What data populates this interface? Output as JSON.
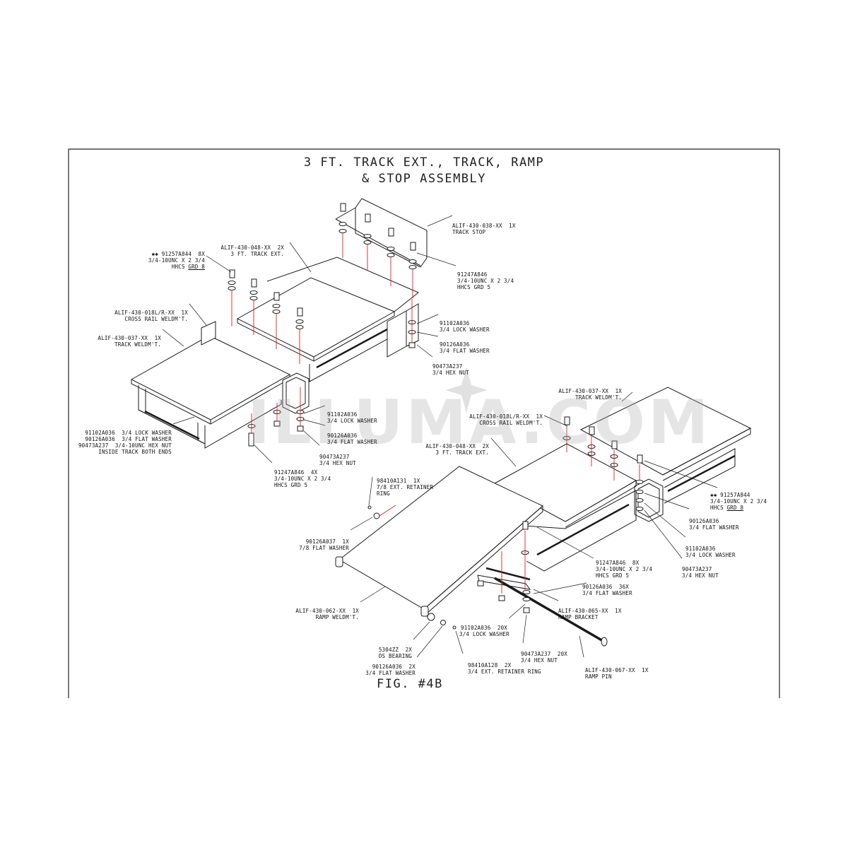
{
  "drawing": {
    "title_line1": "3 FT. TRACK EXT., TRACK, RAMP",
    "title_line2": "& STOP ASSEMBLY",
    "figure_label": "FIG. #4B",
    "watermark": "ILLUMA.COM"
  },
  "callouts": {
    "track_stop": [
      "ALIF-430-038-XX  1X",
      "TRACK STOP"
    ],
    "track_ext_a": [
      "ALIF-430-048-XX  2X",
      "3 FT. TRACK EXT."
    ],
    "hhcs8_a": [
      "✱✱ 91257A844  8X",
      "3/4-10UNC X 2 3/4",
      "HHCS",
      "GRD 8"
    ],
    "hhcs5_a": [
      "91247A846",
      "3/4-10UNC X 2 3/4",
      "HHCS GRD 5"
    ],
    "cross_rail_a": [
      "ALIF-430-018L/R-XX  1X",
      "CROSS RAIL WELDM'T."
    ],
    "track_weld_a": [
      "ALIF-430-037-XX  1X",
      "TRACK WELDM'T."
    ],
    "lock_washer_a": [
      "91102A036",
      "3/4 LOCK WASHER"
    ],
    "flat_washer_a": [
      "90126A036",
      "3/4 FLAT WASHER"
    ],
    "hex_nut_a": [
      "90473A237",
      "3/4 HEX NUT"
    ],
    "inside_track": [
      "91102A036  3/4 LOCK WASHER",
      "90126A036  3/4 FLAT WASHER",
      "90473A237  3/4-10UNC HEX NUT",
      "INSIDE TRACK BOTH ENDS"
    ],
    "lock_washer_b": [
      "91102A036",
      "3/4 LOCK WASHER"
    ],
    "flat_washer_b": [
      "90126A036",
      "3/4 FLAT WASHER"
    ],
    "hex_nut_b": [
      "90473A237",
      "3/4 HEX NUT"
    ],
    "hhcs5_b": [
      "91247A846  4X",
      "3/4-10UNC X 2 3/4",
      "HHCS GRD 5"
    ],
    "track_weld_b": [
      "ALIF-430-037-XX  1X",
      "TRACK WELDM'T."
    ],
    "cross_rail_b": [
      "ALIF-430-018L/R-XX  1X",
      "CROSS RAIL WELDM'T."
    ],
    "track_ext_b": [
      "ALIF-430-048-XX  2X",
      "3 FT. TRACK EXT."
    ],
    "hhcs8_b": [
      "✱✱ 91257A844",
      "3/4-10UNC X 2 3/4",
      "HHCS",
      "GRD 8"
    ],
    "retainer_78": [
      "98410A131  1X",
      "7/8 EXT. RETAINER",
      "RING"
    ],
    "flat_washer_c": [
      "90126A036",
      "3/4 FLAT WASHER"
    ],
    "flat_washer_78": [
      "90126A037  1X",
      "7/8 FLAT WASHER"
    ],
    "lock_washer_c": [
      "91102A036",
      "3/4 LOCK WASHER"
    ],
    "hex_nut_c": [
      "90473A237",
      "3/4 HEX NUT"
    ],
    "hhcs5_c": [
      "91247A846  8X",
      "3/4-10UNC X 2 3/4",
      "HHCS GRD 5"
    ],
    "flat_washer_36": [
      "90126A036  36X",
      "3/4 FLAT WASHER"
    ],
    "ramp_bracket": [
      "ALIF-430-065-XX  1X",
      "RAMP BRACKET"
    ],
    "ramp_weld": [
      "ALIF-430-062-XX  1X",
      "RAMP WELDM'T."
    ],
    "lock_washer_20": [
      "91102A036  20X",
      "3/4 LOCK WASHER"
    ],
    "hex_nut_20": [
      "90473A237  20X",
      "3/4 HEX NUT"
    ],
    "bearing": [
      "5304ZZ  2X",
      "DS BEARING"
    ],
    "flat_washer_2x": [
      "90126A036  2X",
      "3/4 FLAT WASHER"
    ],
    "retainer_34": [
      "98410A128  2X",
      "3/4 EXT. RETAINER RING"
    ],
    "ramp_pin": [
      "ALIF-430-067-XX  1X",
      "RAMP PIN"
    ]
  },
  "colors": {
    "line": "#1a1a1a",
    "centerline": "#e0201c",
    "watermark": "#aaaaaa"
  }
}
